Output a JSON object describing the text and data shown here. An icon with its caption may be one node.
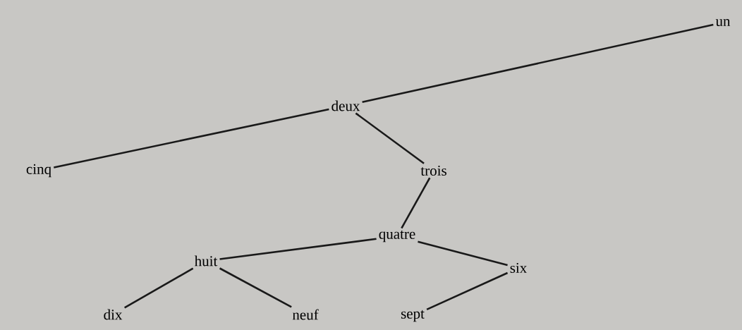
{
  "diagram": {
    "nodes": [
      {
        "text": [
          "un"
        ]
      },
      {
        "text": [
          "deux"
        ]
      },
      {
        "text": [
          "cinq"
        ]
      },
      {
        "text": [
          "trois"
        ]
      },
      {
        "text": [
          "quatre"
        ]
      },
      {
        "text": [
          "huit"
        ]
      },
      {
        "text": [
          "six"
        ]
      },
      {
        "text": [
          "dix"
        ]
      },
      {
        "text": [
          "neuf"
        ]
      },
      {
        "text": [
          "sept"
        ]
      }
    ],
    "edges": [
      {
        "from": 0,
        "to": 1,
        "arrow": "none"
      },
      {
        "from": 1,
        "to": 2,
        "arrow": "none"
      },
      {
        "from": 1,
        "to": 3,
        "arrow": "none"
      },
      {
        "from": 3,
        "to": 4,
        "arrow": "none"
      },
      {
        "from": 4,
        "to": 5,
        "arrow": "none"
      },
      {
        "from": 4,
        "to": 6,
        "arrow": "none"
      },
      {
        "from": 5,
        "to": 7,
        "arrow": "none"
      },
      {
        "from": 5,
        "to": 8,
        "arrow": "none"
      },
      {
        "from": 6,
        "to": 9,
        "arrow": "none"
      }
    ]
  }
}
